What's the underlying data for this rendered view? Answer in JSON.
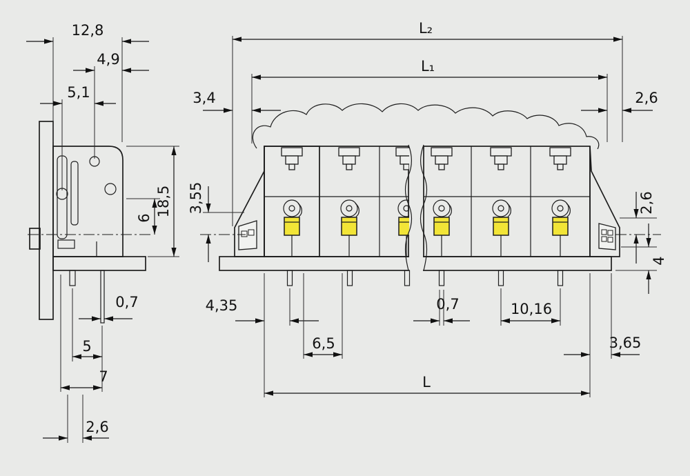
{
  "colors": {
    "background": "#E9EAE8",
    "housing_orange": "#EE8A3E",
    "end_section_blue": "#BBD9E6",
    "pcb_green": "#85A87E",
    "pcb_green_light": "#9CB695",
    "button_yellow": "#F2E537",
    "pin_tan": "#CF9A5E",
    "line_dark": "#1D1D1D"
  },
  "side_view": {
    "dims": {
      "d12_8": "12,8",
      "d4_9": "4,9",
      "d5_1": "5,1",
      "d18_5": "18,5",
      "d6": "6",
      "d0_7": "0,7",
      "d5": "5",
      "d7": "7",
      "d2_6": "2,6"
    }
  },
  "front_view": {
    "dims": {
      "L2": "L₂",
      "L1": "L₁",
      "d3_4": "3,4",
      "d2_6_top": "2,6",
      "d3_55": "3,55",
      "d2_6_right": "2,6",
      "d4": "4",
      "d4_35": "4,35",
      "d0_7": "0,7",
      "d10_16": "10,16",
      "d6_5": "6,5",
      "d3_65": "3,65",
      "L": "L"
    }
  }
}
